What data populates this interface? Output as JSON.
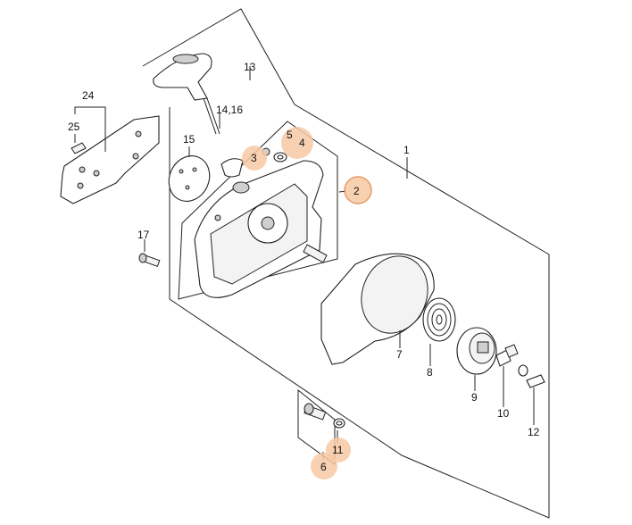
{
  "diagram": {
    "callouts": [
      {
        "id": "1",
        "label": "1",
        "highlighted": false
      },
      {
        "id": "2",
        "label": "2",
        "highlighted": true
      },
      {
        "id": "3",
        "label": "3",
        "highlighted": true
      },
      {
        "id": "4",
        "label": "4",
        "highlighted": true
      },
      {
        "id": "5",
        "label": "5",
        "highlighted": true
      },
      {
        "id": "6",
        "label": "6",
        "highlighted": true
      },
      {
        "id": "7",
        "label": "7",
        "highlighted": false
      },
      {
        "id": "8",
        "label": "8",
        "highlighted": false
      },
      {
        "id": "9",
        "label": "9",
        "highlighted": false
      },
      {
        "id": "10",
        "label": "10",
        "highlighted": false
      },
      {
        "id": "11",
        "label": "11",
        "highlighted": true
      },
      {
        "id": "12",
        "label": "12",
        "highlighted": false
      },
      {
        "id": "13",
        "label": "13",
        "highlighted": false
      },
      {
        "id": "14_16",
        "label": "14,16",
        "highlighted": false
      },
      {
        "id": "15",
        "label": "15",
        "highlighted": false
      },
      {
        "id": "17",
        "label": "17",
        "highlighted": false
      },
      {
        "id": "24",
        "label": "24",
        "highlighted": false
      },
      {
        "id": "25",
        "label": "25",
        "highlighted": false
      }
    ],
    "colors": {
      "highlight": "#f7c9a4",
      "highlight_ring": "#e08a4e",
      "line": "#222222"
    }
  }
}
